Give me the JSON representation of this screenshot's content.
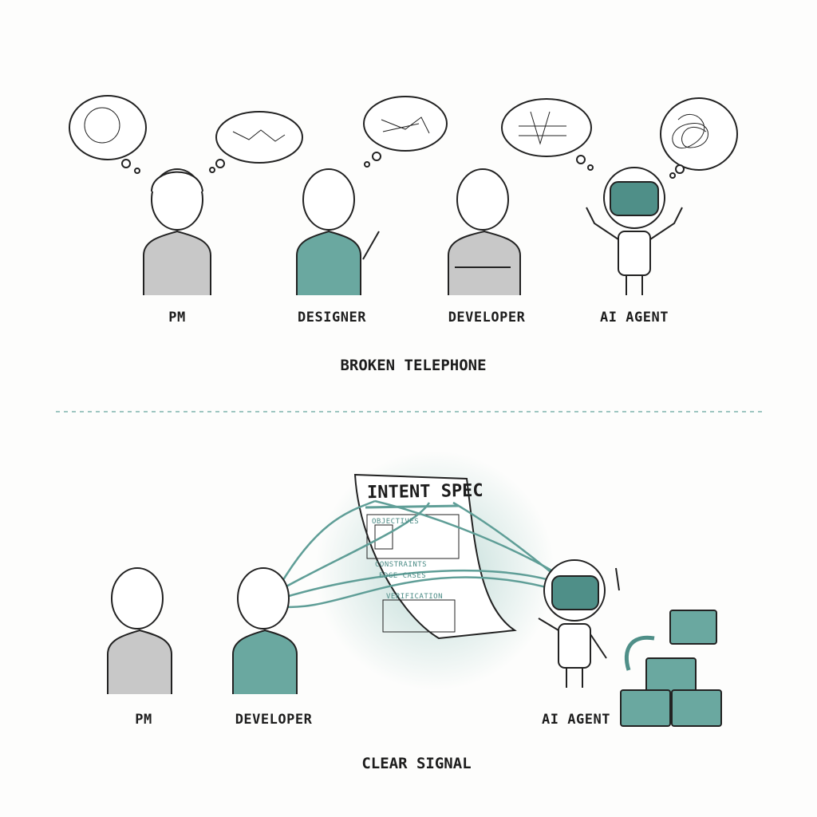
{
  "top_panel": {
    "characters": [
      {
        "label": "PM"
      },
      {
        "label": "DESIGNER"
      },
      {
        "label": "DEVELOPER"
      },
      {
        "label": "AI AGENT"
      }
    ],
    "caption": "BROKEN TELEPHONE"
  },
  "bottom_panel": {
    "characters": [
      {
        "label": "PM"
      },
      {
        "label": "DEVELOPER"
      },
      {
        "label": "AI AGENT"
      }
    ],
    "spec": {
      "title": "INTENT SPEC",
      "sections": [
        "OBJECTIVES",
        "CONSTRAINTS",
        "EDGE CASES",
        "VERIFICATION"
      ]
    },
    "caption": "CLEAR SIGNAL"
  },
  "colors": {
    "accent": "#5f9e97",
    "ink": "#1d1d1d",
    "shirt_gray": "#bdbdbd",
    "divider": "#7fb3ad"
  }
}
